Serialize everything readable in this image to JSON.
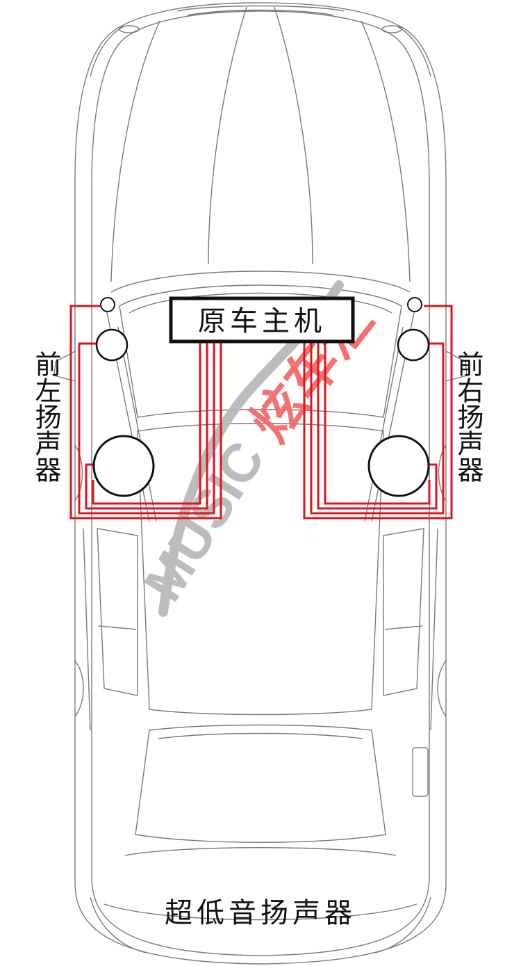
{
  "head_unit": {
    "label": "原车主机"
  },
  "speakers": {
    "front_left": {
      "label": "前左扬声器"
    },
    "front_right": {
      "label": "前右扬声器"
    },
    "subwoofer": {
      "label": "超低音扬声器"
    }
  },
  "watermark": {
    "latin": "MUSIC",
    "cjk": "炫车汇"
  },
  "colors": {
    "wire": "#e0141e",
    "outline": "#7a7a7a",
    "speaker": "#111111",
    "watermark_gray": "#b9b9b9",
    "watermark_red": "#f26a6a"
  }
}
